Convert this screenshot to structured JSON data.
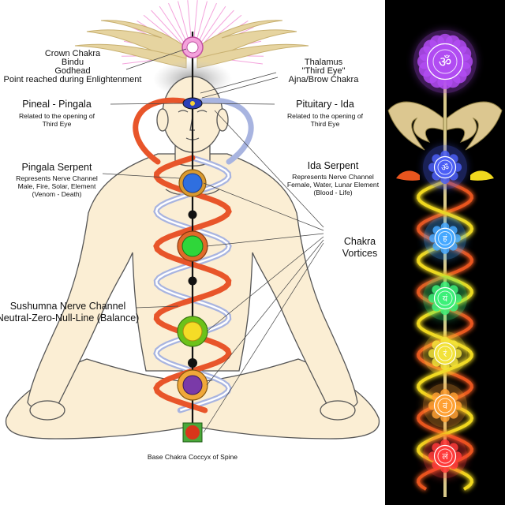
{
  "labels": {
    "crown": [
      "Crown Chakra",
      "Bindu",
      "Godhead",
      "Point reached during Enlightenment"
    ],
    "thalamus": [
      "Thalamus",
      "\"Third Eye\"",
      "Ajna/Brow Chakra"
    ],
    "pineal_title": "Pineal - Pingala",
    "pineal_sub": [
      "Related to the opening of",
      "Third Eye"
    ],
    "pituitary_title": "Pituitary - Ida",
    "pituitary_sub": [
      "Related to the opening of",
      "Third Eye"
    ],
    "pingala_title": "Pingala Serpent",
    "pingala_sub": [
      "Represents Nerve Channel",
      "Male, Fire, Solar, Element",
      "(Venom - Death)"
    ],
    "ida_title": "Ida Serpent",
    "ida_sub": [
      "Represents Nerve Channel",
      "Female, Water, Lunar Element",
      "(Blood - Life)"
    ],
    "vortices": [
      "Chakra",
      "Vortices"
    ],
    "sushumna": [
      "Sushumna Nerve Channel",
      "Neutral-Zero-Null-Line (Balance)"
    ],
    "base": "Base Chakra Coccyx of Spine"
  },
  "colors": {
    "skin": "#fbeed4",
    "pingala": "#e8552a",
    "ida": "#a8b4e0",
    "spine": "#111111",
    "panel_bg": "#000000",
    "wings": "#dcc790",
    "crown_pink": "#f4a3dc",
    "heart": "#2fd63a",
    "throat": "#2f6fe0",
    "solar": "#9bd21a",
    "sacral": "#7a3aa8",
    "root": "#d9361a"
  },
  "right_chakras": [
    {
      "name": "crown-chakra",
      "glyph": "ॐ",
      "color": "#b14cf2"
    },
    {
      "name": "third-eye-chakra",
      "glyph": "ॐ",
      "color": "#4b5ef5"
    },
    {
      "name": "throat-chakra",
      "glyph": "हं",
      "color": "#45a8ff"
    },
    {
      "name": "heart-chakra",
      "glyph": "यं",
      "color": "#3df079"
    },
    {
      "name": "solar-plexus-chakra",
      "glyph": "रं",
      "color": "#f2e23a"
    },
    {
      "name": "sacral-chakra",
      "glyph": "वं",
      "color": "#ffa032"
    },
    {
      "name": "root-chakra",
      "glyph": "लं",
      "color": "#ff3a3a"
    }
  ]
}
